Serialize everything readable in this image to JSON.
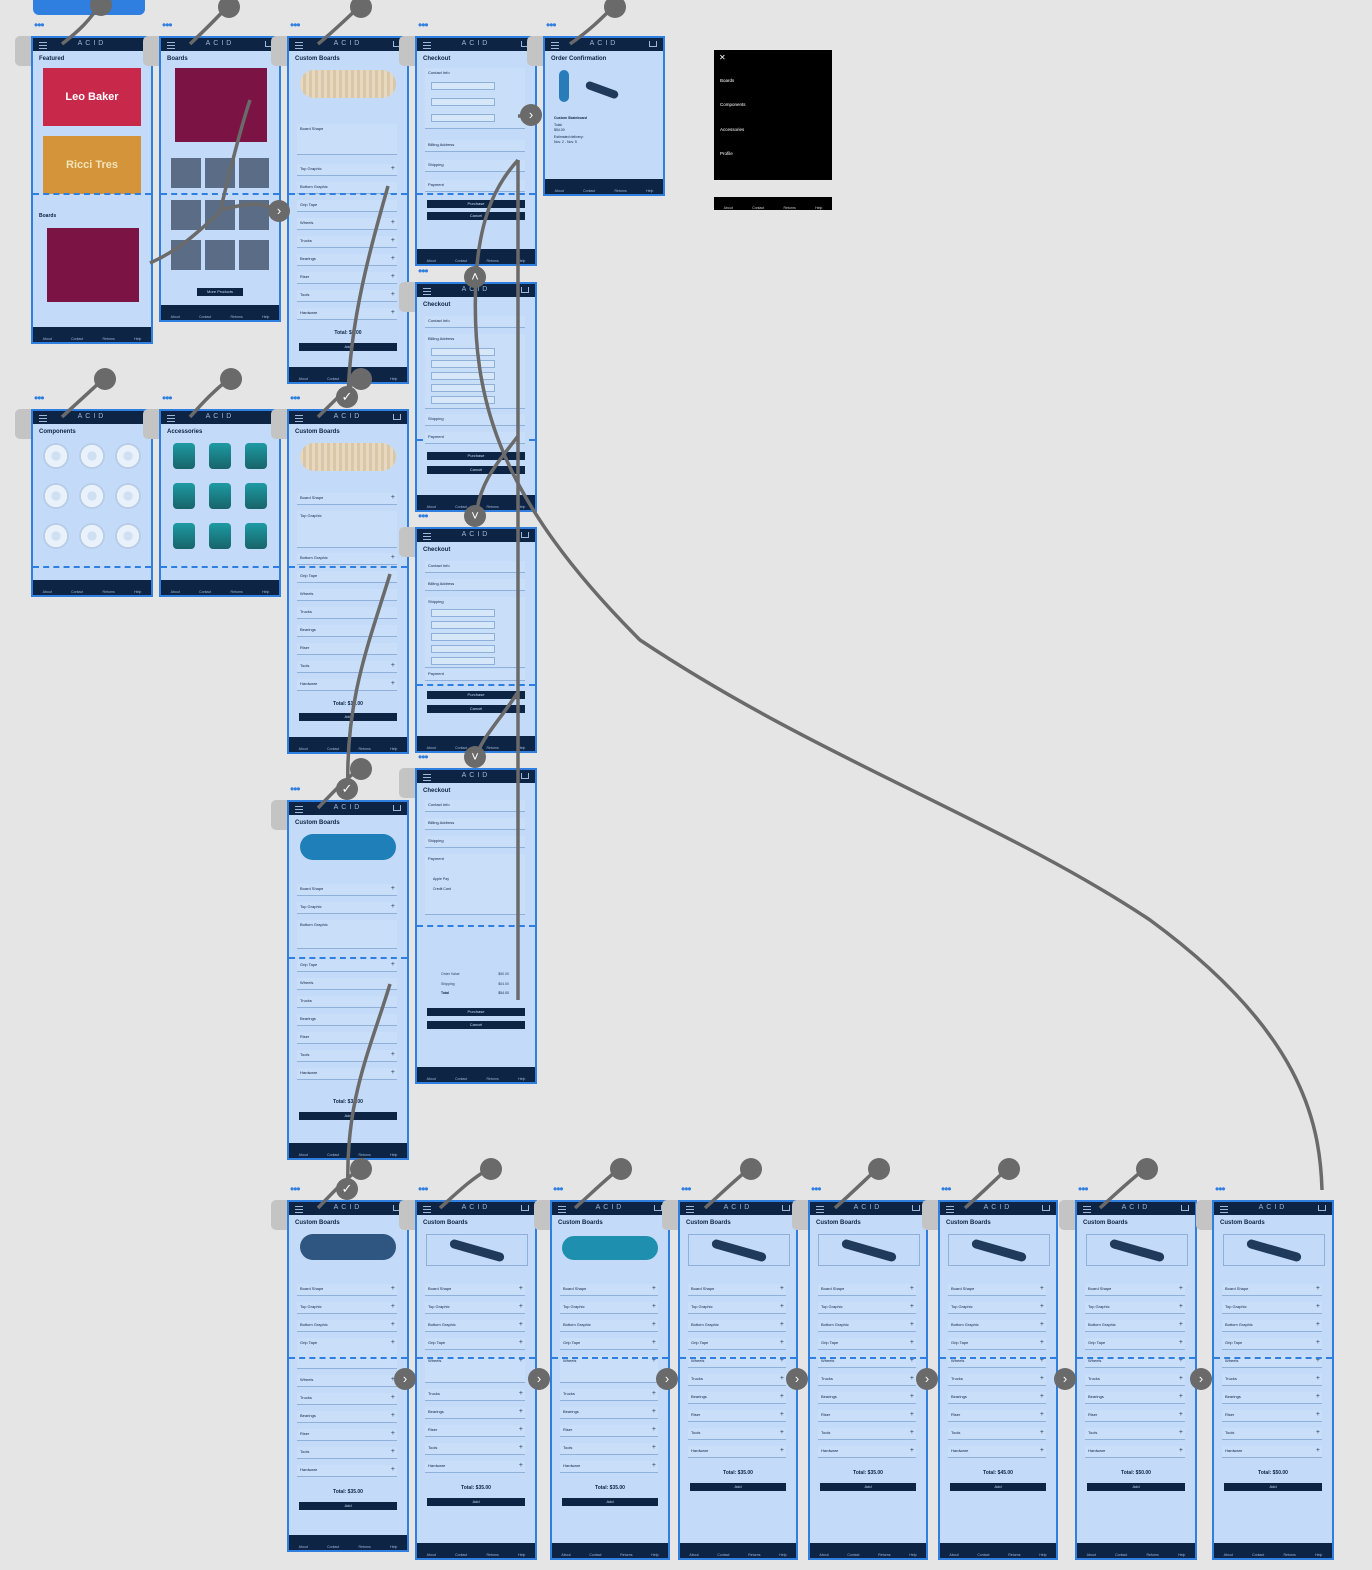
{
  "app": {
    "brand": "ACID"
  },
  "nav": {
    "about": "About",
    "contact": "Contact",
    "returns": "Returns",
    "help": "Help"
  },
  "featured": {
    "title": "Featured",
    "banner1": "Leo Baker",
    "banner2": "Ricci Tres",
    "boards_label": "Boards"
  },
  "boards": {
    "title": "Boards",
    "more": "More Products"
  },
  "components": {
    "title": "Components"
  },
  "accessories": {
    "title": "Accessories"
  },
  "custom": {
    "title": "Custom Boards",
    "options": [
      "Board Shape",
      "Top Graphic",
      "Bottom Graphic",
      "Grip Tape",
      "Wheels",
      "Trucks",
      "Bearings",
      "Riser",
      "Tools",
      "Hardware"
    ],
    "add": "Add",
    "totals": [
      "Total: $0.00",
      "Total: $15.00",
      "Total: $35.00",
      "Total: $35.00",
      "Total: $35.00",
      "Total: $35.00",
      "Total: $35.00",
      "Total: $35.00",
      "Total: $45.00",
      "Total: $50.00",
      "Total: $50.00"
    ]
  },
  "checkout": {
    "title": "Checkout",
    "sections": [
      "Contact Info",
      "Billing Address",
      "Shipping",
      "Payment"
    ],
    "purchase": "Purchase",
    "cancel": "Cancel",
    "summary": {
      "order_value_label": "Order Value",
      "order_value": "$50.00",
      "shipping_label": "Shipping",
      "shipping": "$04.00",
      "total_label": "Total",
      "total": "$54.00"
    },
    "payment_opts": [
      "Apple Pay",
      "Credit Card"
    ]
  },
  "confirmation": {
    "title": "Order Confirmation",
    "item": "Custom Skateboard",
    "total": "Total:",
    "amount": "$54.00",
    "delivery_label": "Estimated delivery:",
    "delivery": "Nov. 2 - Nov. 5"
  },
  "menu": {
    "items": [
      "Boards",
      "Components",
      "Accessories",
      "Profile"
    ]
  },
  "colors": {
    "canvas": "#e5e5e5",
    "artboard": "#c3daf8",
    "selection": "#2f7fe0",
    "navy": "#0e2444",
    "wire": "#6a6a6a"
  }
}
